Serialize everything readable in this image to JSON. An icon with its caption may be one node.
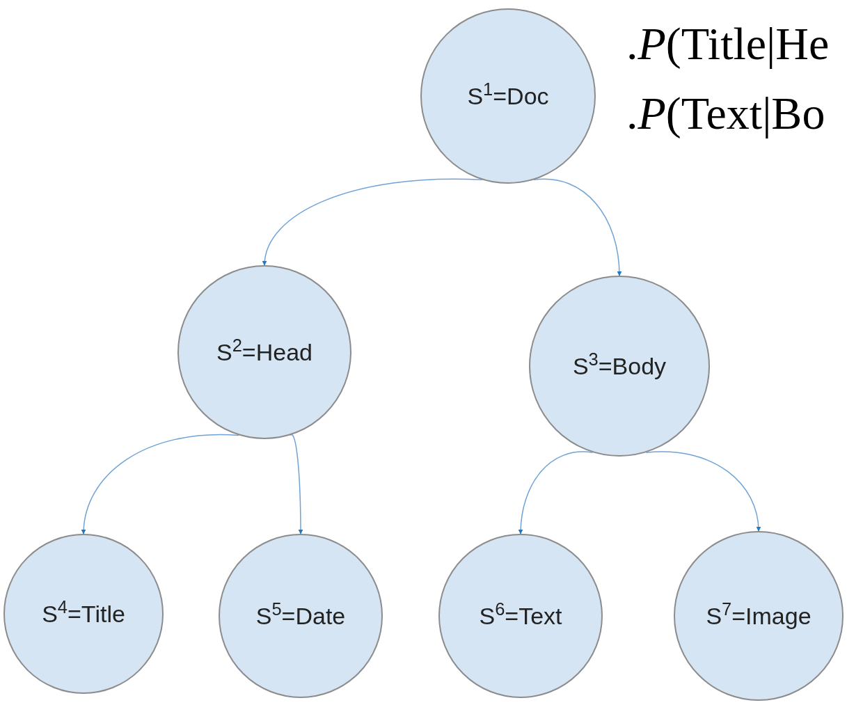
{
  "diagram": {
    "nodes": [
      {
        "text": [
          "S$^{1}$=Doc"
        ]
      },
      {
        "text": [
          "S$^{2}$=Head"
        ]
      },
      {
        "text": [
          "S$^{3}$=Body"
        ]
      },
      {
        "text": [
          "S$^{4}$=Title"
        ]
      },
      {
        "text": [
          "S$^{5}$=Date"
        ]
      },
      {
        "text": [
          "S$^{6}$=Text"
        ]
      },
      {
        "text": [
          "S$^{7}$=Image"
        ]
      }
    ],
    "edges": [
      {
        "from": 0,
        "to": 1,
        "arrow": "to"
      },
      {
        "from": 0,
        "to": 2,
        "arrow": "to"
      },
      {
        "from": 1,
        "to": 3,
        "arrow": "to"
      },
      {
        "from": 1,
        "to": 4,
        "arrow": "to"
      },
      {
        "from": 2,
        "to": 5,
        "arrow": "to"
      },
      {
        "from": 2,
        "to": 6,
        "arrow": "to"
      }
    ],
    "labels": [
      ".*P*(Title|He",
      ".*P*(Text|Bo"
    ]
  }
}
